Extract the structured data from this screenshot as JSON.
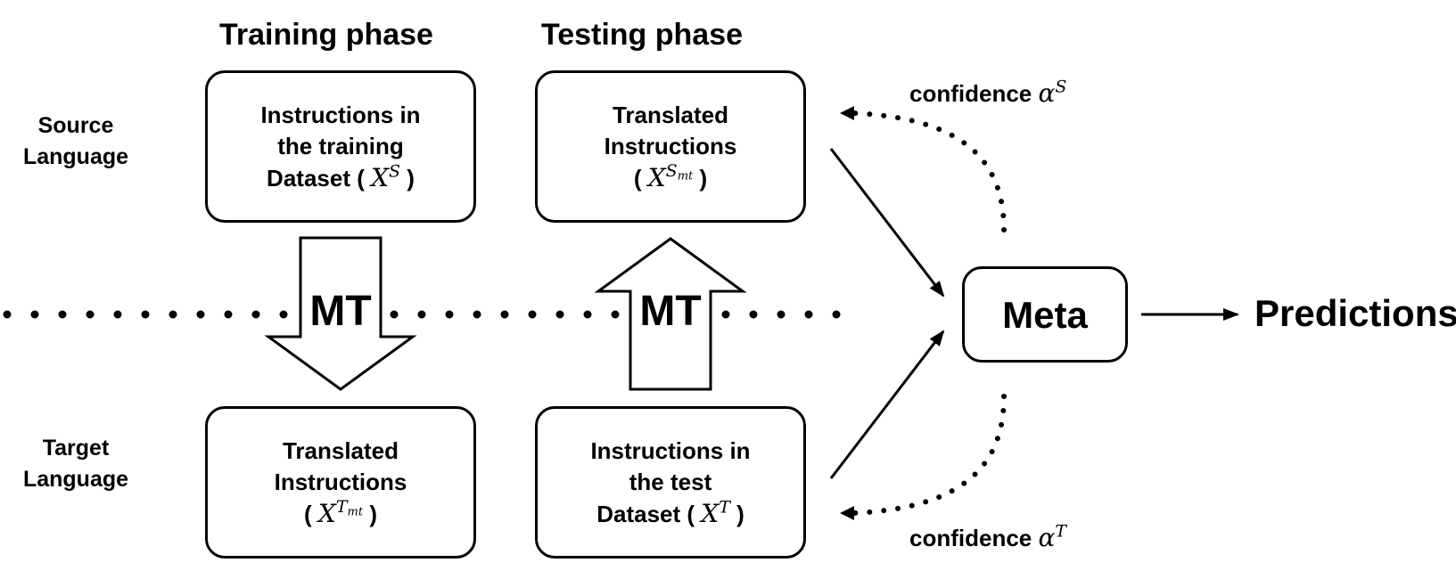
{
  "phases": {
    "training": "Training phase",
    "testing": "Testing phase"
  },
  "languages": {
    "source": [
      "Source",
      "Language"
    ],
    "target": [
      "Target",
      "Language"
    ]
  },
  "boxes": {
    "train_source": {
      "lines": [
        "Instructions in",
        "the training"
      ],
      "prefix": "Dataset ( ",
      "var": "X",
      "sup": "S",
      "sub": "",
      "suffix": " )"
    },
    "test_source": {
      "lines": [
        "Translated",
        "Instructions"
      ],
      "prefix": "( ",
      "var": "X",
      "sup": "S",
      "sub": "mt",
      "suffix": " )"
    },
    "train_target": {
      "lines": [
        "Translated",
        "Instructions"
      ],
      "prefix": "( ",
      "var": "X",
      "sup": "T",
      "sub": "mt",
      "suffix": " )"
    },
    "test_target": {
      "lines": [
        "Instructions in",
        "the test"
      ],
      "prefix": "Dataset ( ",
      "var": "X",
      "sup": "T",
      "sub": "",
      "suffix": " )"
    }
  },
  "mt_label": "MT",
  "meta_label": "Meta",
  "predictions_label": "Predictions",
  "confidence": {
    "source": {
      "text": "confidence ",
      "symbol": "α",
      "sup": "S"
    },
    "target": {
      "text": "confidence ",
      "symbol": "α",
      "sup": "T"
    }
  },
  "colors": {
    "stroke": "#000000",
    "background": "#ffffff"
  }
}
